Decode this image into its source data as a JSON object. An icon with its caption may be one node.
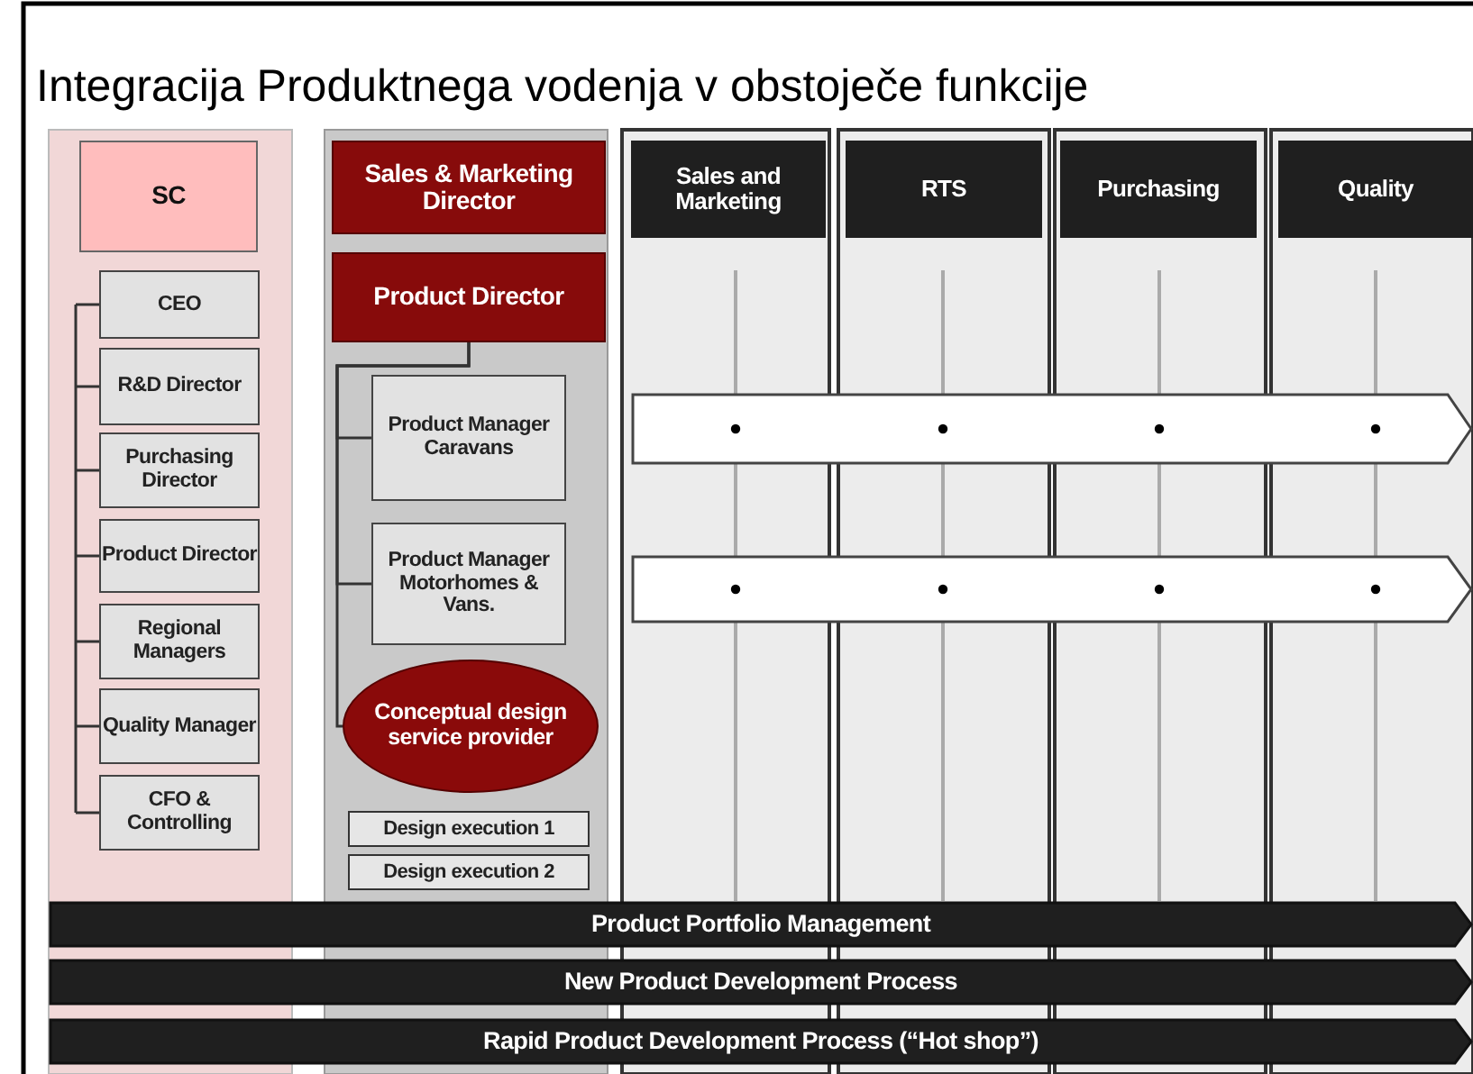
{
  "diagram": {
    "title": "Integracija Produktnega vodenja v obstoječe funkcije",
    "nodes": [
      {
        "text": [
          "SC"
        ]
      },
      {
        "text": [
          "CEO"
        ]
      },
      {
        "text": [
          "R&D Director"
        ]
      },
      {
        "text": [
          "Purchasing Director"
        ]
      },
      {
        "text": [
          "Product Director"
        ]
      },
      {
        "text": [
          "Regional Managers"
        ]
      },
      {
        "text": [
          "Quality Manager"
        ]
      },
      {
        "text": [
          "CFO & Controlling"
        ]
      },
      {
        "text": [
          "Sales & Marketing Director"
        ]
      },
      {
        "text": [
          "Product Director"
        ]
      },
      {
        "text": [
          "Product Manager Caravans"
        ]
      },
      {
        "text": [
          "Product Manager Motorhomes & Vans."
        ]
      },
      {
        "text": [
          "Conceptual design service provider"
        ]
      },
      {
        "text": [
          "Design execution 1"
        ]
      },
      {
        "text": [
          "Design execution 2"
        ]
      },
      {
        "text": [
          "Sales and Marketing"
        ]
      },
      {
        "text": [
          "RTS"
        ]
      },
      {
        "text": [
          "Purchasing"
        ]
      },
      {
        "text": [
          "Quality"
        ]
      },
      {
        "text": [],
        "shape": "arrow"
      },
      {
        "text": [],
        "shape": "arrow"
      },
      {
        "text": [
          "Product Portfolio Management"
        ]
      },
      {
        "text": [
          "New Product Development Process"
        ]
      },
      {
        "text": [
          "Rapid Product Development Process (“Hot shop”)"
        ]
      }
    ],
    "edges": [
      {
        "from": 9,
        "to": 10,
        "arrow": "none"
      },
      {
        "from": 9,
        "to": 11,
        "arrow": "none"
      },
      {
        "from": 9,
        "to": 12,
        "arrow": "none"
      }
    ]
  }
}
